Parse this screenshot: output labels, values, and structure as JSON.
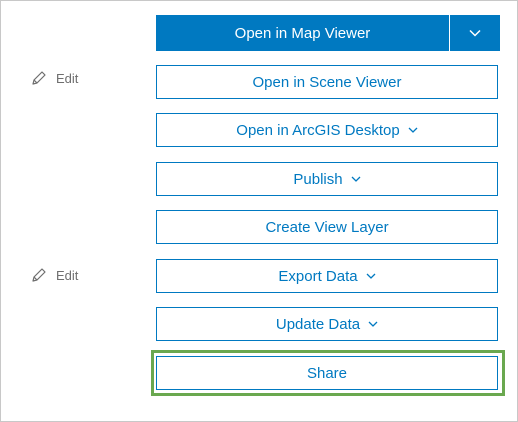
{
  "actions": {
    "open_map_viewer": "Open in Map Viewer",
    "open_scene_viewer": "Open in Scene Viewer",
    "open_arcgis_desktop": "Open in ArcGIS Desktop",
    "publish": "Publish",
    "create_view_layer": "Create View Layer",
    "export_data": "Export Data",
    "update_data": "Update Data",
    "share": "Share"
  },
  "edit_links": [
    {
      "label": "Edit"
    },
    {
      "label": "Edit"
    }
  ],
  "colors": {
    "accent": "#0079c1",
    "highlight": "#6aa84f",
    "muted_text": "#6e6e6e",
    "frame_border": "#c8c8c8"
  },
  "icons": {
    "edit": "pencil-icon",
    "dropdown": "chevron-down-icon"
  }
}
